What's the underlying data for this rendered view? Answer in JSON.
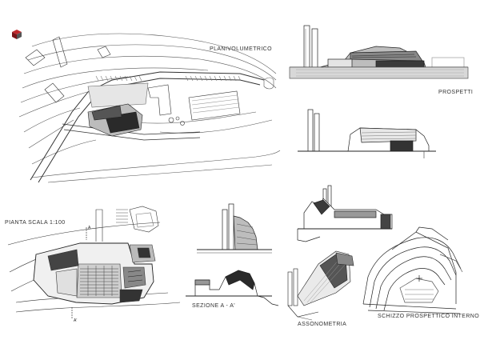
{
  "labels": {
    "site_plan": "PLANIVOLUMETRICO",
    "elevations": "PROSPETTI",
    "plan": "PIANTA  SCALA 1:100",
    "section": "SEZIONE A - A'",
    "axonometry": "ASSONOMETRIA",
    "interior_sketch": "SCHIZZO PROSPETTICO  INTERNO"
  },
  "colors": {
    "line": "#333333",
    "fill_dark": "#222222",
    "fill_mid": "#9a9a9a",
    "fill_light": "#d8d8d8",
    "logo_red": "#c0282c"
  }
}
